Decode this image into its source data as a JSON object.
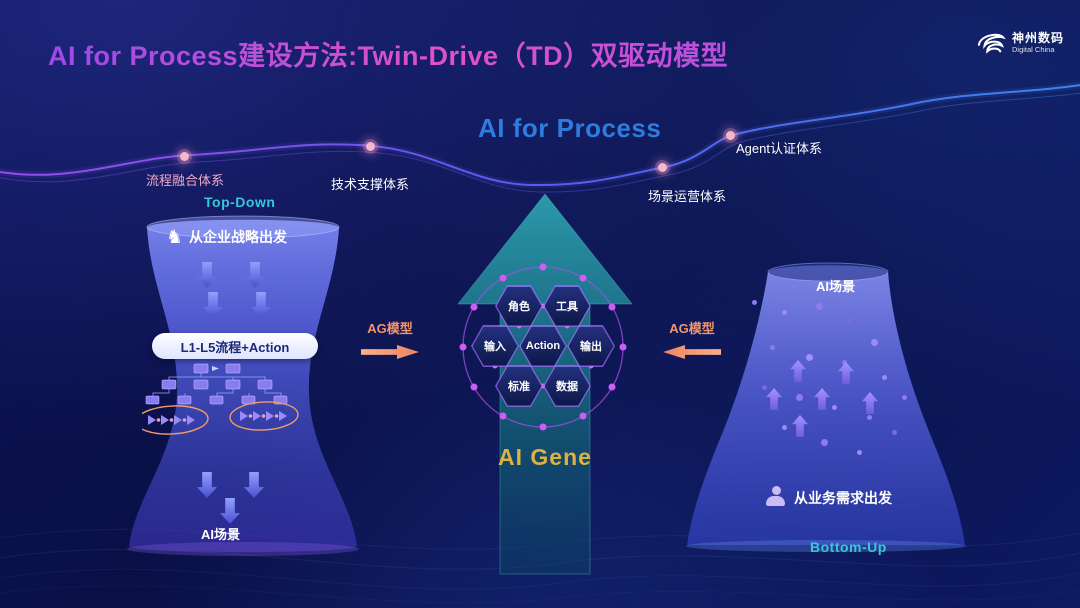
{
  "slide": {
    "title": "AI for Process建设方法:Twin-Drive（TD）双驱动模型",
    "center_label": "AI for Process"
  },
  "logo": {
    "name": "神州数码",
    "subtitle": "Digital China"
  },
  "milestones": [
    {
      "label": "流程融合体系"
    },
    {
      "label": "技术支撑体系"
    },
    {
      "label": "场景运营体系"
    },
    {
      "label": "Agent认证体系"
    }
  ],
  "left_funnel": {
    "direction": "Top-Down",
    "start": "从企业战略出发",
    "process": "L1-L5流程+Action",
    "bottom": "AI场景"
  },
  "right_funnel": {
    "direction": "Bottom-Up",
    "start": "从业务需求出发",
    "top": "AI场景"
  },
  "center": {
    "gene": "AI Gene",
    "left_arrow": "AG模型",
    "right_arrow": "AG模型",
    "hexagons": [
      "角色",
      "工具",
      "输入",
      "Action",
      "输出",
      "标准",
      "数据"
    ]
  },
  "icons": {
    "strategy_knight": "♞"
  },
  "colors": {
    "background": "#0a0f45",
    "title": "#c355e0",
    "accent_blue": "#2f7ce0",
    "accent_cyan": "#35c8d8",
    "accent_gold": "#ddb23f",
    "accent_orange": "#f0956e",
    "accent_pink": "#f0a9c6"
  }
}
